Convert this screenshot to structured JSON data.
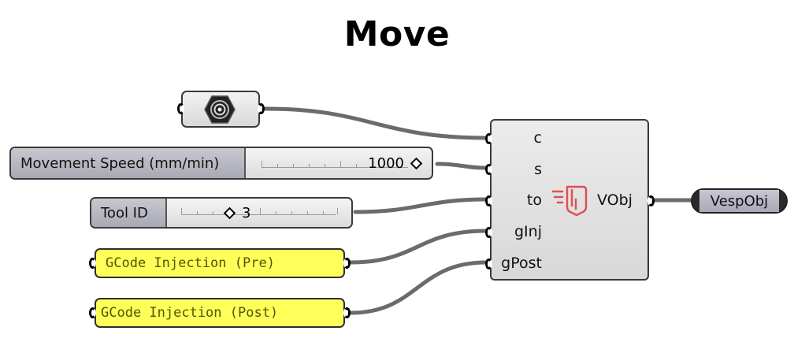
{
  "title": "Move",
  "curve_param": {
    "icon": "curve-param-hex-icon"
  },
  "sliders": {
    "speed": {
      "label": "Movement Speed (mm/min)",
      "value": "1000"
    },
    "tool": {
      "label": "Tool ID",
      "value": "3"
    }
  },
  "panels": {
    "pre": {
      "text": "GCode Injection (Pre)"
    },
    "post": {
      "text": "GCode Injection (Post)"
    }
  },
  "component": {
    "name": "Move",
    "icon": "move-tool-icon",
    "icon_color": "#e05050",
    "inputs": [
      "c",
      "s",
      "to",
      "gInj",
      "gPost"
    ],
    "outputs": [
      "VObj"
    ]
  },
  "output_param": {
    "label": "VespObj"
  },
  "colors": {
    "panel_fill": "#ffff5a",
    "wire": "#6b6b6b",
    "label_fill": "#b4b4c0"
  }
}
